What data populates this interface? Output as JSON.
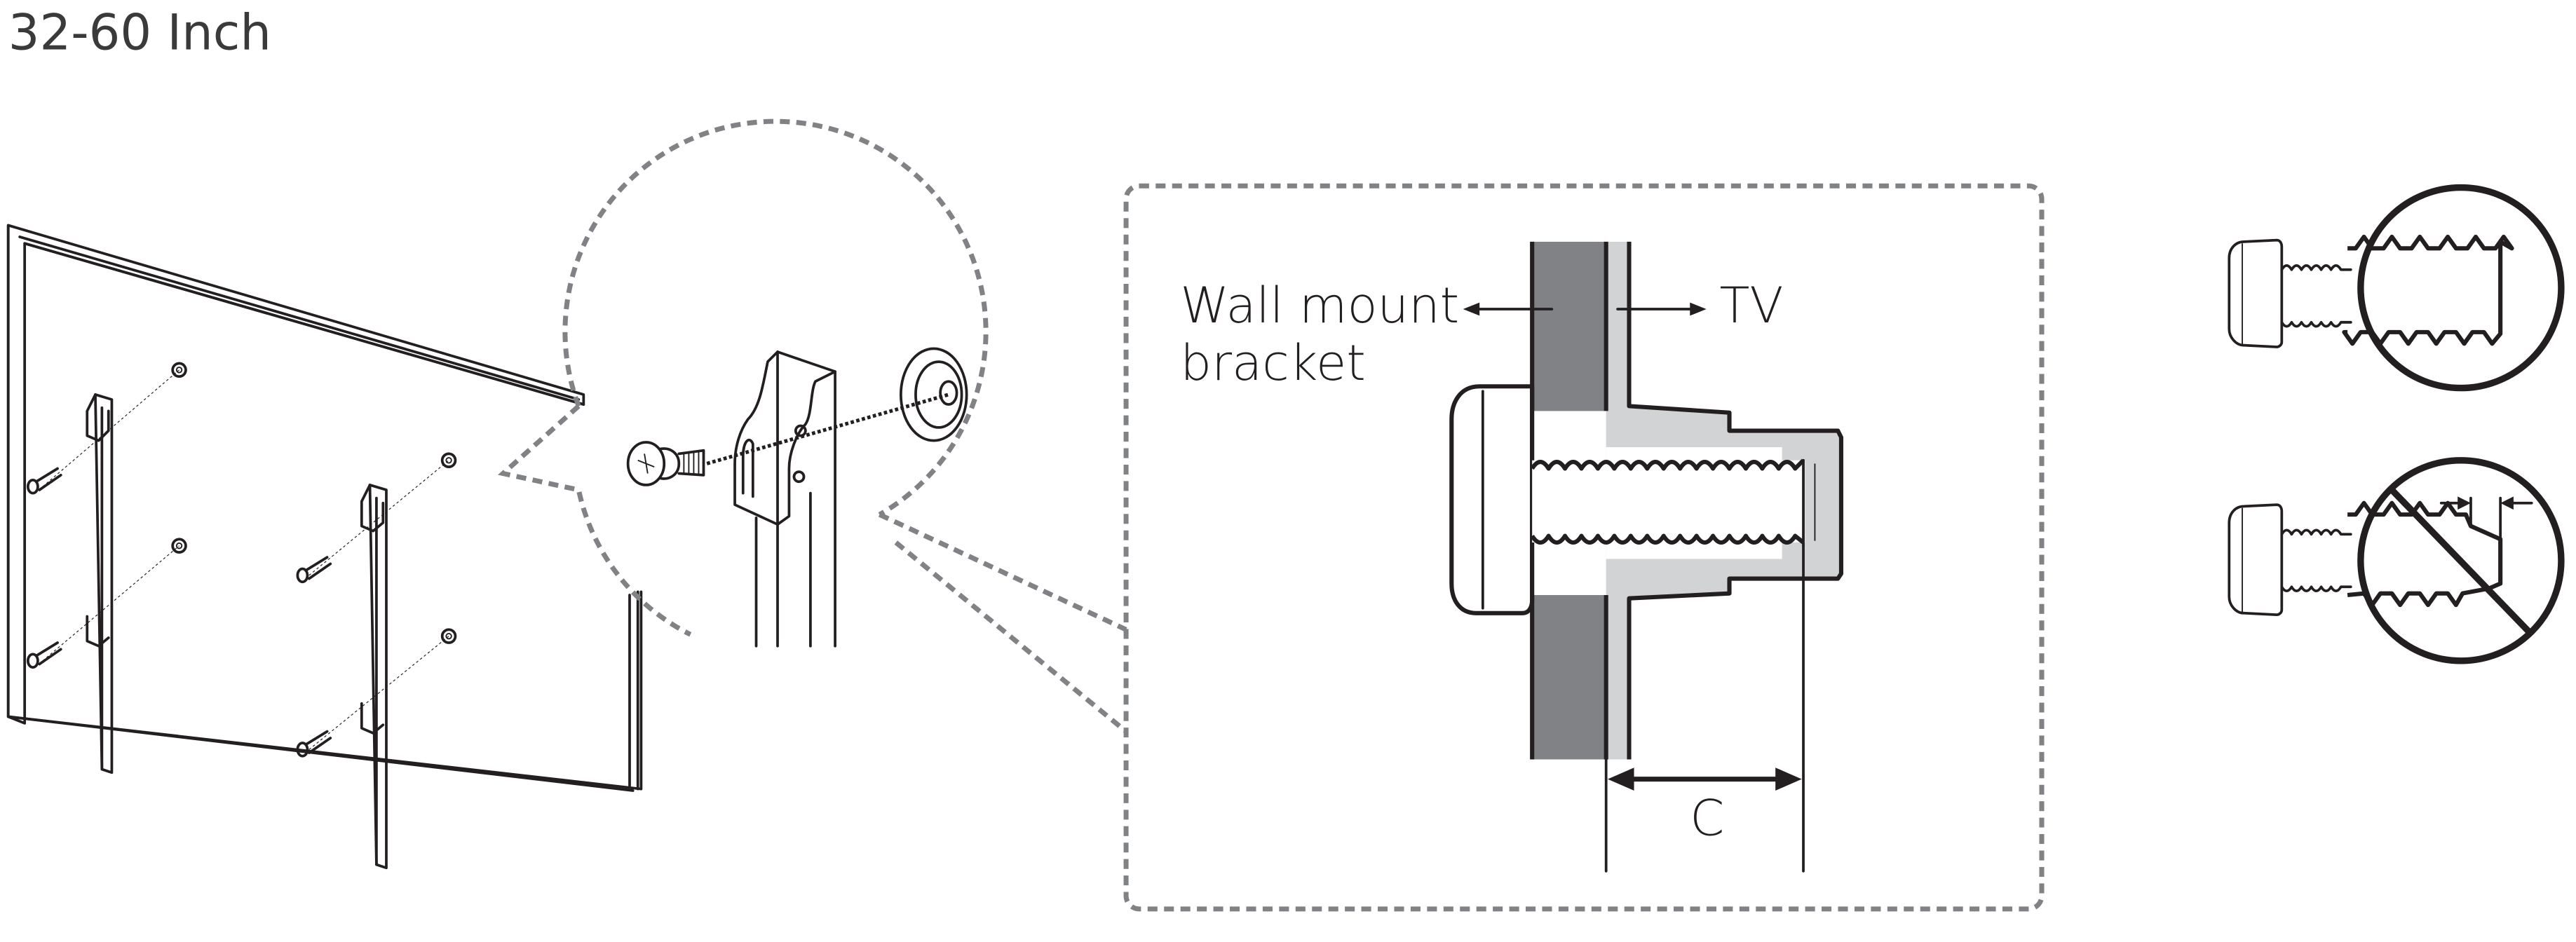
{
  "title": "32-60 Inch",
  "labels": {
    "wall_mount_line1": "Wall mount",
    "wall_mount_line2": "bracket",
    "tv": "TV",
    "dimension": "C"
  },
  "colors": {
    "line": "#231f20",
    "bracket_fill": "#808285",
    "tv_fill": "#d1d3d4",
    "dashed_callout": "#808285"
  },
  "figures": [
    {
      "id": "tv-rear-assembly",
      "description": "TV rear panel with two vertical wall-mount brackets and four screws"
    },
    {
      "id": "magnified-detail",
      "description": "Screw passing through bracket into TV mounting hole"
    },
    {
      "id": "cross-section",
      "description": "Cross-section of wall mount bracket, TV and screw with dimension C"
    },
    {
      "id": "screw-correct",
      "description": "Correct screw thread engagement"
    },
    {
      "id": "screw-incorrect",
      "description": "Incorrect (prohibited) screw with shortened tip"
    }
  ]
}
